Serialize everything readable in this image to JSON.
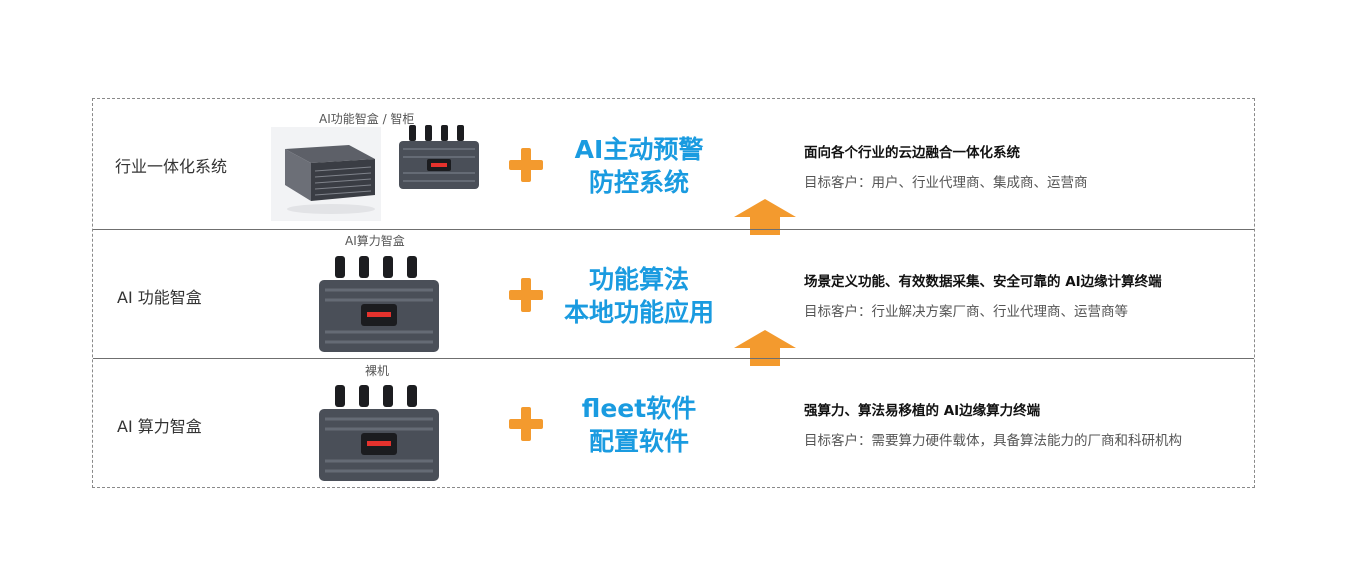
{
  "rows": [
    {
      "label": "行业一体化系统",
      "caption": "AI功能智盒  / 智柜",
      "title_line1": "AI主动预警",
      "title_line2": "防控系统",
      "desc_main": "面向各个行业的云边融合一体化系统",
      "desc_sub": "目标客户：用户、行业代理商、集成商、运营商"
    },
    {
      "label": "AI 功能智盒",
      "caption": "AI算力智盒",
      "title_line1": "功能算法",
      "title_line2": "本地功能应用",
      "desc_main": "场景定义功能、有效数据采集、安全可靠的   AI边缘计算终端",
      "desc_sub": "目标客户：行业解决方案厂商、行业代理商、运营商等"
    },
    {
      "label": "AI 算力智盒",
      "caption": "裸机",
      "title_line1": "fleet软件",
      "title_line2": "配置软件",
      "desc_main": "强算力、算法易移植的  AI边缘算力终端",
      "desc_sub": "目标客户：需要算力硬件载体，具备算法能力的厂商和科研机构"
    }
  ],
  "colors": {
    "accent_orange": "#f39a2e",
    "title_blue": "#1a9be0",
    "device_body": "#4a4f58",
    "device_display_red": "#e5322d"
  },
  "icons": [
    "server-cabinet-icon",
    "edge-box-device-icon",
    "plus-icon",
    "up-arrow-icon"
  ]
}
